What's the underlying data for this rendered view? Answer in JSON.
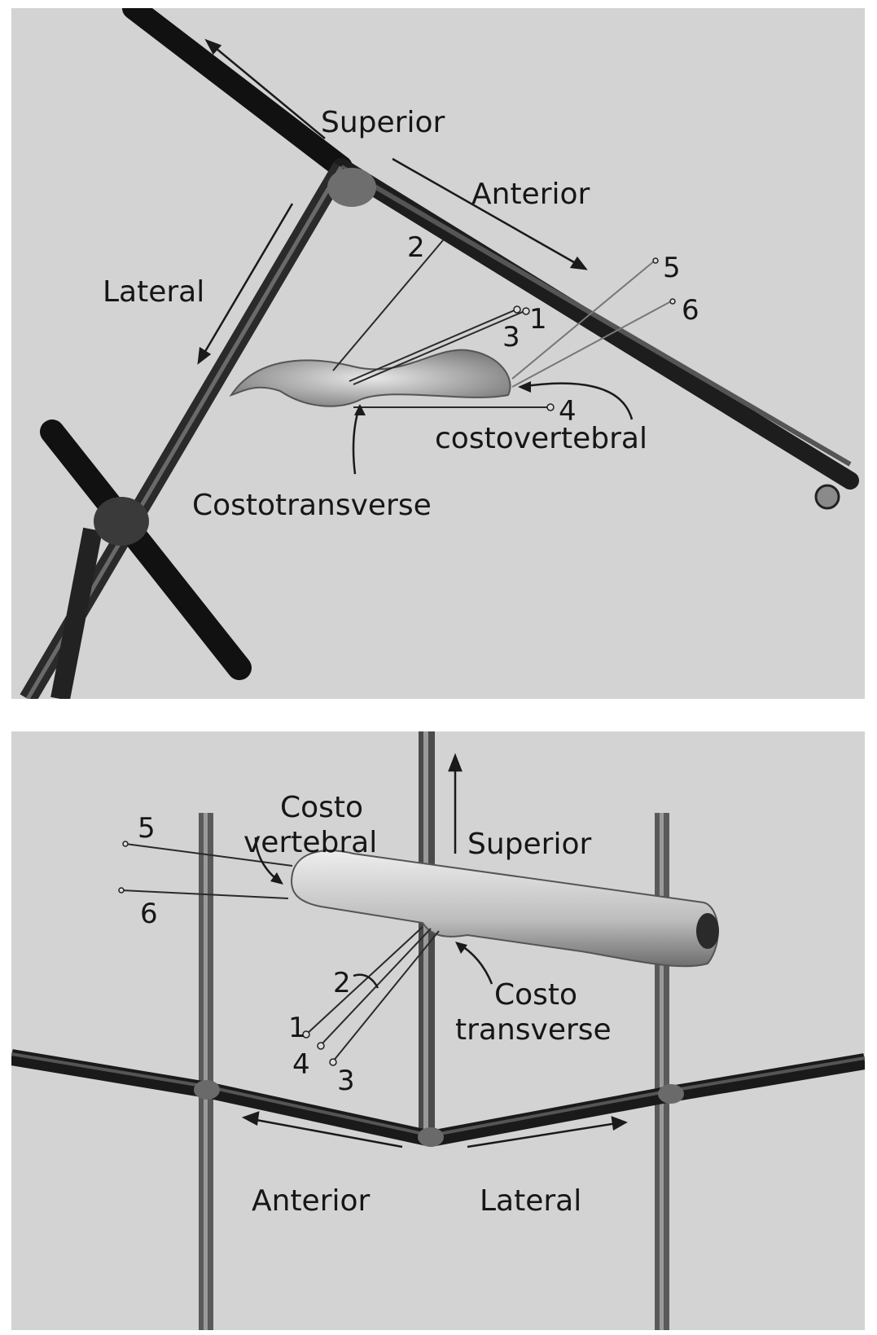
{
  "top_panel": {
    "labels": {
      "superior": "Superior",
      "anterior": "Anterior",
      "lateral": "Lateral",
      "costovertebral": "costovertebral",
      "costotransverse": "Costotransverse"
    },
    "pin_numbers": [
      "1",
      "2",
      "3",
      "4",
      "5",
      "6"
    ]
  },
  "bottom_panel": {
    "labels": {
      "costovertebral_line1": "Costo",
      "costovertebral_line2": "vertebral",
      "superior": "Superior",
      "costotransverse_line1": "Costo",
      "costotransverse_line2": "transverse",
      "anterior": "Anterior",
      "lateral": "Lateral"
    },
    "pin_numbers": [
      "1",
      "2",
      "3",
      "4",
      "5",
      "6"
    ]
  }
}
